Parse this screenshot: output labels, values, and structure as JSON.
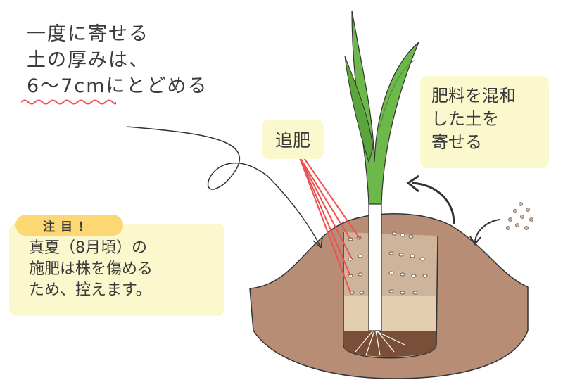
{
  "headline": {
    "lines": [
      "一度に寄せる",
      "土の厚みは、",
      "6〜7cmにとどめる"
    ]
  },
  "labels": {
    "tsuihi": "追肥"
  },
  "right_callout": {
    "lines": [
      "肥料を混和",
      "した土を",
      "寄せる"
    ]
  },
  "note": {
    "badge": "注目！",
    "lines": [
      "真夏（8月頃）の",
      "施肥は株を傷める",
      "ため、控えます。"
    ]
  },
  "colors": {
    "soil": "#b78d76",
    "soil_dark": "#8a5a44",
    "callout": "#fbf8cd",
    "badge": "#fcd774",
    "leaf": "#6cb84a",
    "underline": "#f0514f"
  }
}
